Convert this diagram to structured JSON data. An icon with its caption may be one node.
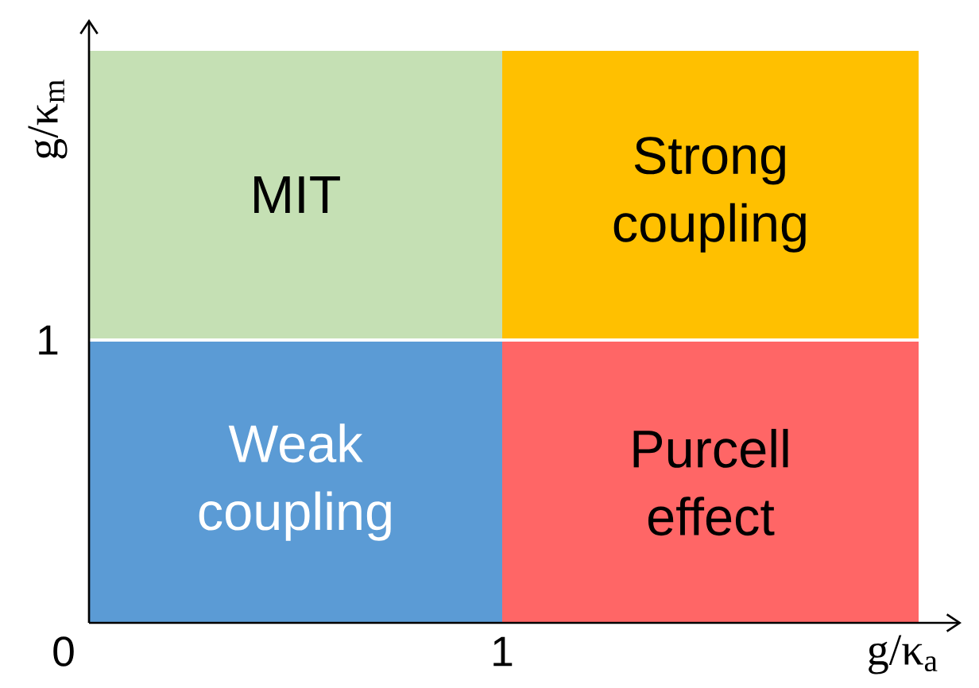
{
  "diagram": {
    "nodes": [
      {
        "text": [
          "MIT"
        ]
      },
      {
        "text": [
          "Strong coupling"
        ]
      },
      {
        "text": [
          "Weak coupling"
        ]
      },
      {
        "text": [
          "Purcell effect"
        ]
      }
    ],
    "labels": [
      "g/κ$_{m}$",
      "1",
      "0",
      "1",
      "g/κ$_{a}$"
    ]
  }
}
